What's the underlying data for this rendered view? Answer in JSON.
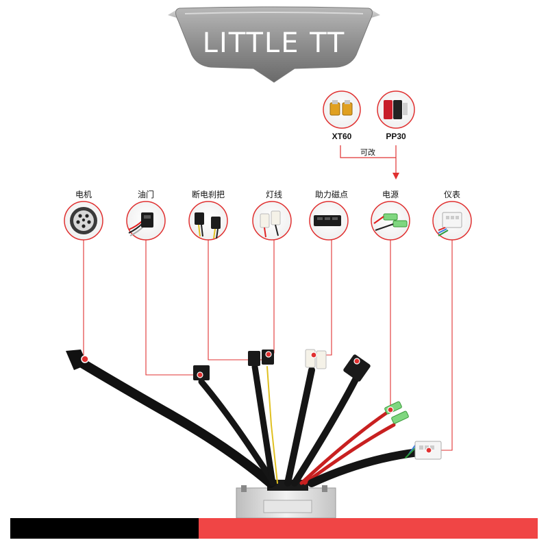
{
  "brand": {
    "logo_text": "LITTLE TT"
  },
  "battery_options": {
    "options": [
      {
        "label": "XT60"
      },
      {
        "label": "PP30"
      }
    ],
    "note": "可改"
  },
  "connectors": [
    {
      "label": "电机"
    },
    {
      "label": "油门"
    },
    {
      "label": "断电刹把"
    },
    {
      "label": "灯线"
    },
    {
      "label": "助力磁点"
    },
    {
      "label": "电源"
    },
    {
      "label": "仪表"
    }
  ],
  "colors": {
    "accent_red": "#e03030",
    "footer_black": "#000000",
    "footer_red": "#f04545",
    "banner_grey": "#8f8f8f"
  }
}
